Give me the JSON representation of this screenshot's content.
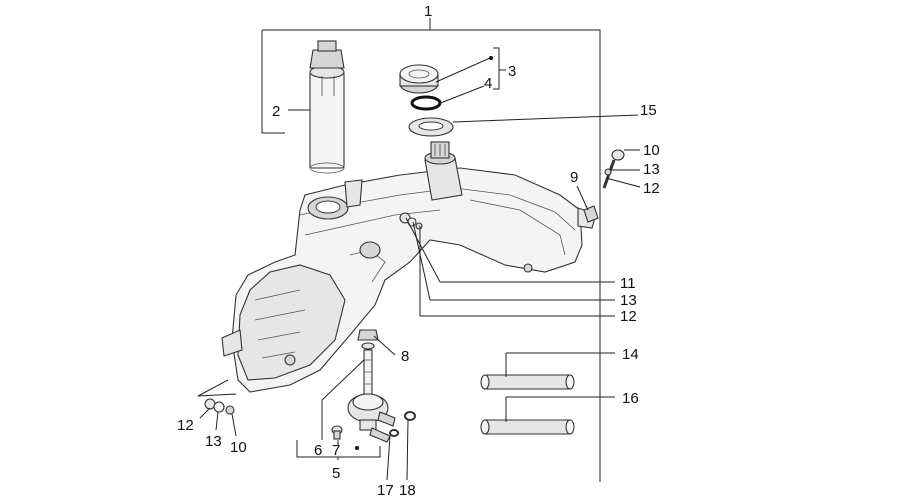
{
  "callouts": {
    "c1": "1",
    "c2": "2",
    "c3": "3",
    "c4": "4",
    "c5": "5",
    "c6": "6",
    "c7": "7",
    "c8": "8",
    "c9": "9",
    "c10_top": "10",
    "c10_bottom": "10",
    "c11": "11",
    "c12_right": "12",
    "c12_mid": "12",
    "c12_left": "12",
    "c13_right": "13",
    "c13_mid": "13",
    "c13_left": "13",
    "c14": "14",
    "c15": "15",
    "c16": "16",
    "c17": "17",
    "c18": "18"
  }
}
